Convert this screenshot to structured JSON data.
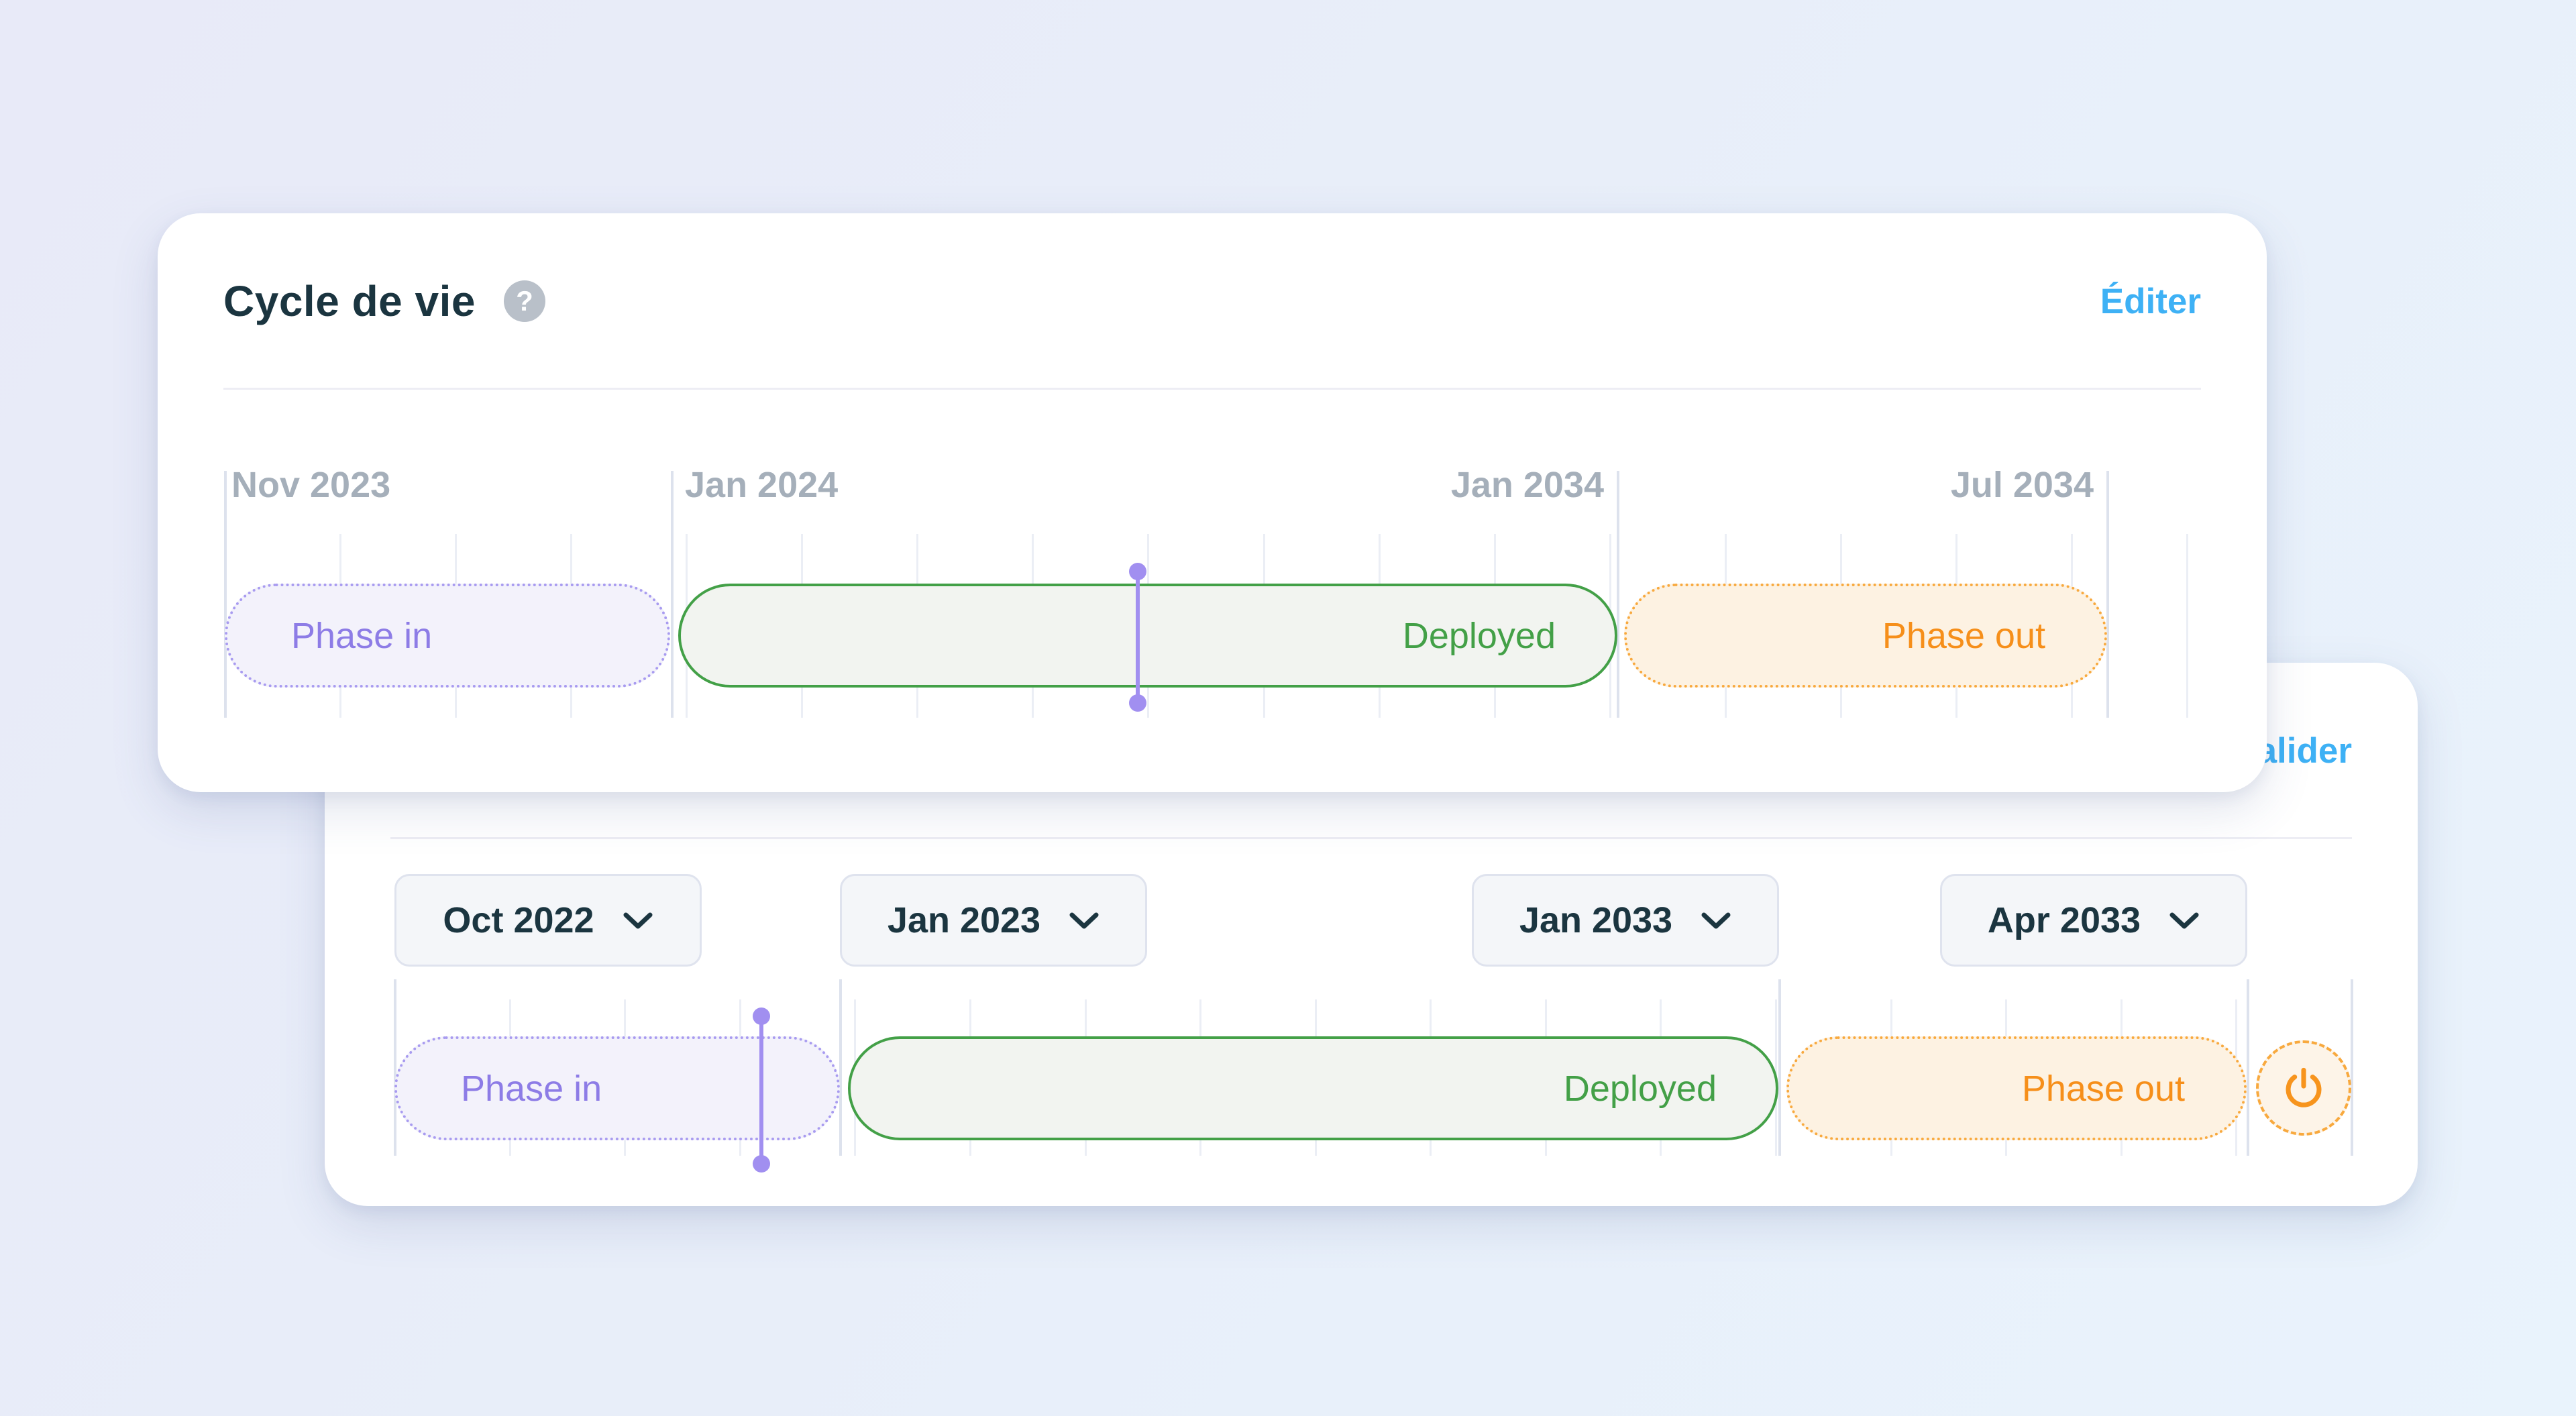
{
  "top_card": {
    "title": "Cycle de vie",
    "help_icon": "?",
    "edit_link": "Éditer",
    "date_labels": [
      "Nov 2023",
      "Jan 2024",
      "Jan 2034",
      "Jul 2034"
    ],
    "phases": {
      "phase_in": "Phase in",
      "deployed": "Deployed",
      "phase_out": "Phase out"
    }
  },
  "bottom_card": {
    "validate_link": "Valider",
    "dropdowns": [
      {
        "label": "Oct 2022"
      },
      {
        "label": "Jan 2023"
      },
      {
        "label": "Jan 2033"
      },
      {
        "label": "Apr 2033"
      }
    ],
    "phases": {
      "phase_in": "Phase in",
      "deployed": "Deployed",
      "phase_out": "Phase out"
    },
    "power_icon": "power"
  },
  "colors": {
    "accent_blue": "#3EB1F5",
    "phase_in_purple": "#8D7CE6",
    "deployed_green": "#43A047",
    "phase_out_orange": "#F68F1A",
    "today_marker_purple": "#A18FF0",
    "title_text": "#1B3540",
    "date_label_gray": "#A5AFBA"
  }
}
